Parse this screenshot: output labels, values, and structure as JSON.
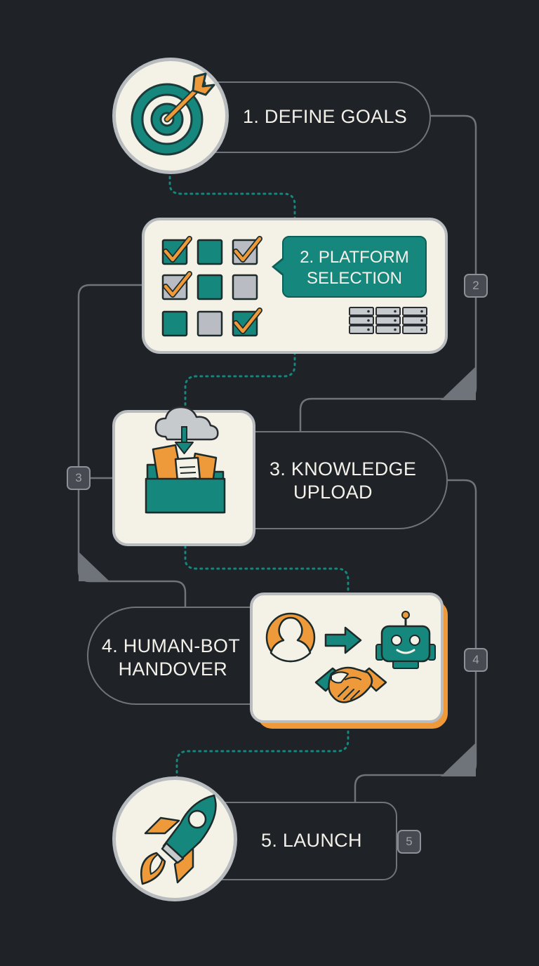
{
  "steps": [
    {
      "label_lines": [
        "1. DEFINE GOALS"
      ],
      "icon": "target-icon"
    },
    {
      "label_lines": [
        "2. PLATFORM",
        "SELECTION"
      ],
      "icon": "checklist-grid-icon",
      "badge": "2"
    },
    {
      "label_lines": [
        "3. KNOWLEDGE",
        "UPLOAD"
      ],
      "icon": "cloud-upload-folder-icon",
      "badge": "3"
    },
    {
      "label_lines": [
        "4. HUMAN-BOT",
        "HANDOVER"
      ],
      "icon": "human-robot-handshake-icon",
      "badge": "4"
    },
    {
      "label_lines": [
        "5. LAUNCH"
      ],
      "icon": "rocket-icon",
      "badge": "5"
    }
  ],
  "colors": {
    "background": "#1f2227",
    "teal": "#16877d",
    "orange": "#ef9a3a",
    "card": "#f4f1e6",
    "connector": "#6f747b"
  }
}
